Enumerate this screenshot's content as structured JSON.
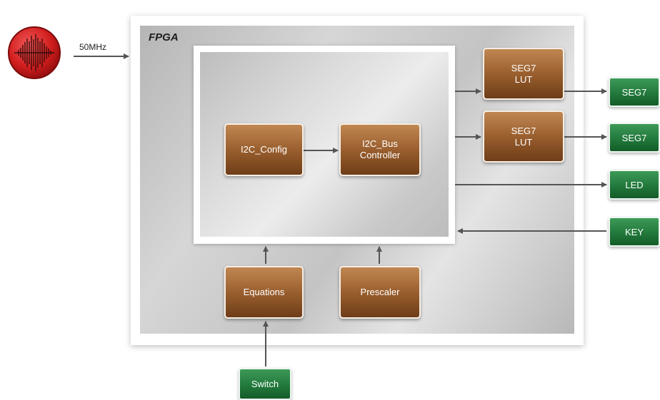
{
  "fpga": {
    "title": "FPGA",
    "clock_label": "50MHz"
  },
  "blocks": {
    "i2c_config": "I2C_Config",
    "i2c_bus_controller": "I2C_Bus\nController",
    "seg7_lut_1": "SEG7\nLUT",
    "seg7_lut_2": "SEG7\nLUT",
    "equations": "Equations",
    "prescaler": "Prescaler"
  },
  "io": {
    "seg7_1": "SEG7",
    "seg7_2": "SEG7",
    "led": "LED",
    "key": "KEY",
    "switch": "Switch"
  },
  "colors": {
    "logic_block": "#9a5f2e",
    "io_block": "#22793c",
    "clock_source": "#d82020",
    "arrow": "#555555"
  },
  "icons": {
    "clock_source": "oscillator-waveform-icon"
  }
}
